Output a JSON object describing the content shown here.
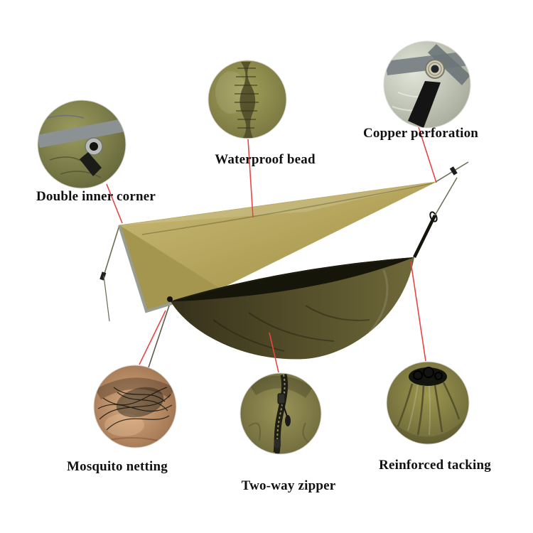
{
  "colors": {
    "background": "#ffffff",
    "connector": "#e84545",
    "label_text": "#111111",
    "tarp": "#b5a55d",
    "hammock": "#4f4a27",
    "hammock_interior": "#161509",
    "rope": "#6e6c52"
  },
  "callouts": [
    {
      "label": "Double inner corner"
    },
    {
      "label": "Waterproof bead"
    },
    {
      "label": "Copper perforation"
    },
    {
      "label": "Mosquito netting"
    },
    {
      "label": "Two-way zipper"
    },
    {
      "label": "Reinforced tacking"
    }
  ]
}
